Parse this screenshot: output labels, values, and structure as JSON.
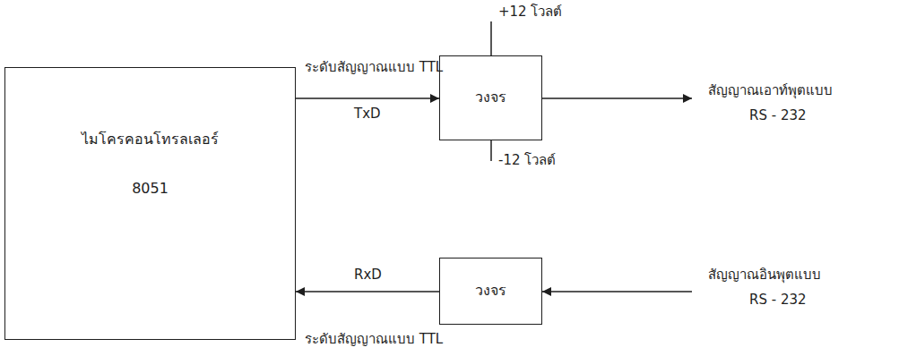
{
  "diagram": {
    "nodes": [
      {
        "text": [
          "ไมโครคอนโทรลเลอร์",
          "8051"
        ]
      },
      {
        "text": [
          "วงจร"
        ]
      },
      {
        "text": [
          "วงจร"
        ]
      }
    ],
    "edges": [
      {
        "from": 0,
        "to": 1,
        "arrow": "to",
        "label": "TxD"
      },
      {
        "from": 2,
        "to": 0,
        "arrow": "to",
        "label": "RxD"
      }
    ],
    "labels": [
      "ระดับสัญญาณแบบ TTL",
      "+12 โวลต์",
      "-12 โวลต์",
      "สัญญาณเอาท์พุตแบบ",
      "RS - 232",
      "สัญญาณอินพุตแบบ",
      "RS - 232",
      "ระดับสัญญาณแบบ TTL"
    ]
  }
}
